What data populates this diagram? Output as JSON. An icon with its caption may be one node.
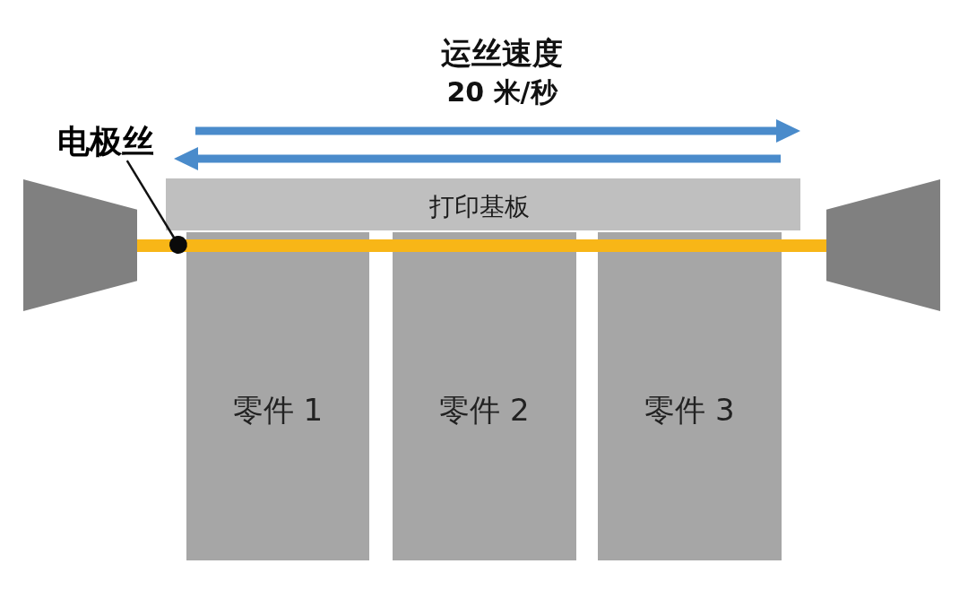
{
  "diagram": {
    "nodes": [
      {
        "text": [
          "电极丝"
        ]
      },
      {
        "text": [
          "打印基板"
        ]
      },
      {
        "text": [],
        "shape": "trapezoid"
      },
      {
        "text": [],
        "shape": "trapezoid"
      },
      {
        "text": [],
        "shape": "bar"
      },
      {
        "text": [
          "零件 1"
        ]
      },
      {
        "text": [
          "零件 2"
        ]
      },
      {
        "text": [
          "零件 3"
        ]
      }
    ],
    "edges": [
      {
        "from": 0,
        "to": 4,
        "arrow": "other"
      }
    ],
    "labels": [
      "运丝速度",
      "20 米/秒"
    ]
  }
}
